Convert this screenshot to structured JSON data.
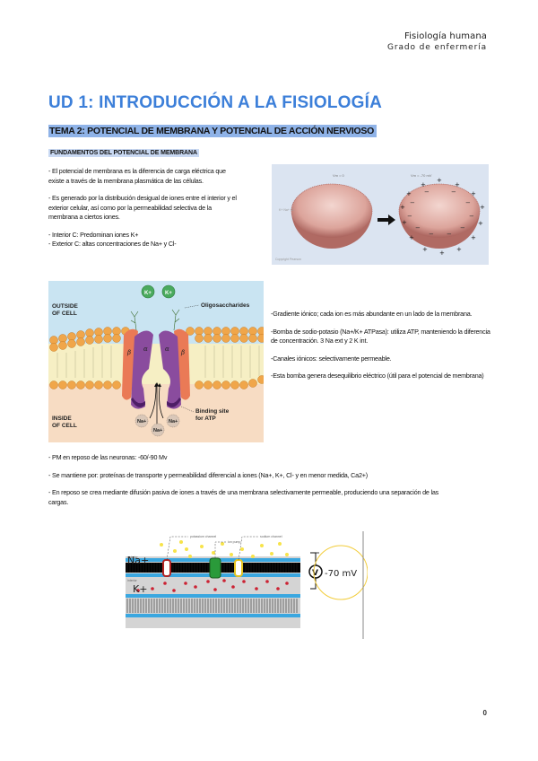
{
  "header": {
    "course": "Fisiología humana",
    "degree": "Grado de enfermería"
  },
  "title": "UD 1: INTRODUCCIÓN A LA FISIOLOGÍA",
  "topic": "TEMA 2: POTENCIAL DE MEMBRANA Y POTENCIAL DE ACCIÓN NERVIOSO",
  "section": "FUNDAMENTOS DEL POTENCIAL DE MEMBRANA",
  "intro_paragraphs": [
    "- El potencial de membrana es la diferencia de carga eléctrica que existe a través de la membrana plasmática de las células.",
    "- Es generado por la distribución desigual de iones entre el interior y el exterior celular, así como por la permeabilidad selectiva de la membrana a ciertos iones.",
    "- Interior C: Predominan iones K+\n- Exterior C: altas concentraciones de Na+ y Cl-"
  ],
  "figure_polarization": {
    "left_label": "Vm = 0",
    "right_label": "Vm = -70 mV",
    "arrow": "right-arrow",
    "credit": "Copyright Pearson"
  },
  "figure_pump": {
    "outside_label": "OUTSIDE\nOF CELL",
    "inside_label": "INSIDE\nOF CELL",
    "oligosaccharides_label": "Oligosaccharides",
    "binding_label": "Binding site\nfor ATP",
    "k_ions": [
      "K+",
      "K+"
    ],
    "na_ions": [
      "Na+",
      "Na+",
      "Na+"
    ],
    "subunits": [
      "β",
      "α",
      "α",
      "β"
    ]
  },
  "side_paragraphs": [
    "-Gradiente iónico; cada ion es más abundante en un lado de la membrana.",
    "-Bomba de sodio-potasio (Na+/K+ ATPasa): utiliza ATP, manteniendo la diferencia de concentración. 3 Na ext y 2 K int.",
    "-Canales iónicos: selectivamente permeable.",
    "-Esta bomba genera desequilibrio eléctrico (útil para el potencial de membrana)"
  ],
  "rest_paragraphs": [
    "- PM en reposo de las neuronas: -60/-90 Mv",
    "- Se mantiene por: proteínas de transporte y permeabilidad diferencial a iones (Na+, K+, Cl- y en menor medida, Ca2+)",
    "- En reposo se crea mediante difusión pasiva de iones a través de una membrana selectivamente permeable, produciendo una separación de las cargas."
  ],
  "figure_channels": {
    "na_label": "Na+",
    "k_label": "K+",
    "exterior_label": "exterior",
    "interior_label": "interior",
    "potassium_channel": "potassium channel",
    "pump": "ion pump",
    "sodium_channel": "sodium channel",
    "voltage": "-70 mV",
    "meter": "V"
  },
  "page_number": "0"
}
